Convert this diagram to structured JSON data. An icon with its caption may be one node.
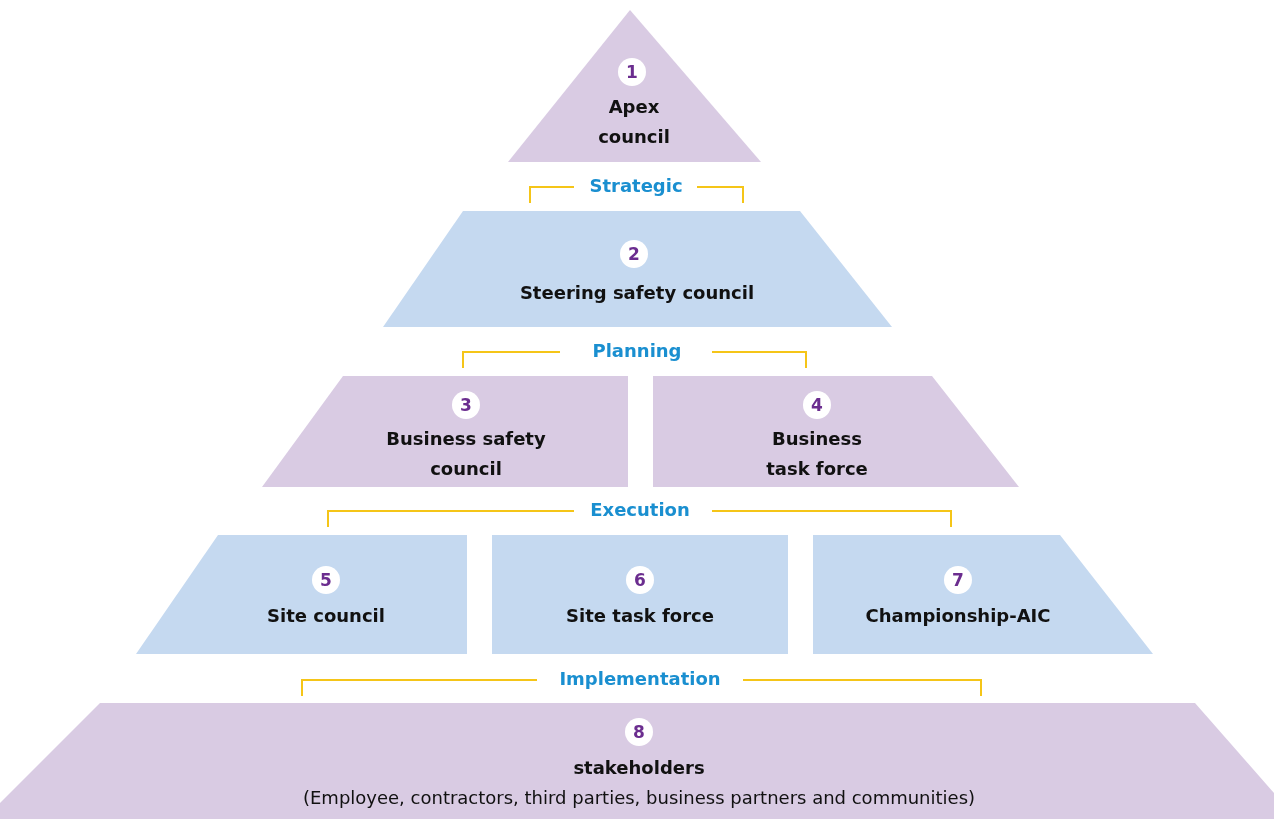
{
  "diagram": {
    "nodes": [
      {
        "text": [
          "1",
          "Apex council"
        ]
      },
      {
        "text": [
          "2",
          "Steering safety council"
        ]
      },
      {
        "text": [
          "3",
          "Business safety council"
        ]
      },
      {
        "text": [
          "4",
          "Business task force"
        ]
      },
      {
        "text": [
          "5",
          "Site council"
        ]
      },
      {
        "text": [
          "6",
          "Site task force"
        ]
      },
      {
        "text": [
          "7",
          "Championship-AIC"
        ]
      },
      {
        "text": [
          "8",
          "stakeholders",
          "(Employee, contractors, third parties, business partners and communities)"
        ]
      }
    ],
    "edges": [],
    "labels": [
      "Strategic",
      "Planning",
      "Execution",
      "Implementation"
    ]
  }
}
